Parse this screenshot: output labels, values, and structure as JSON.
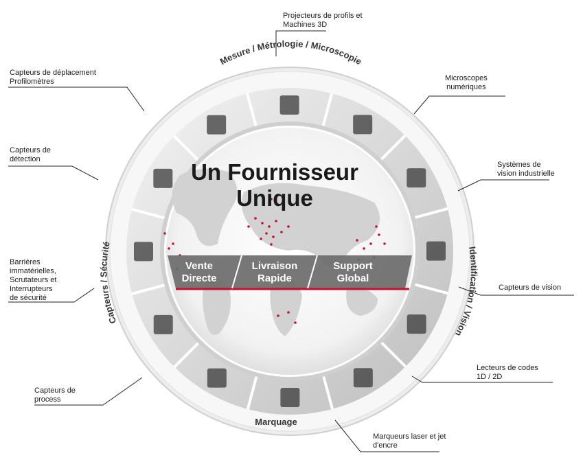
{
  "center": {
    "title_line1": "Un Fournisseur",
    "title_line2": "Unique",
    "band": [
      {
        "line1": "Vente",
        "line2": "Directe"
      },
      {
        "line1": "Livraison",
        "line2": "Rapide"
      },
      {
        "line1": "Support",
        "line2": "Global"
      }
    ]
  },
  "ring_labels": {
    "top": "Mesure / Métrologie / Microscopie",
    "left": "Capteurs / Sécurité",
    "right": "Identification / Vision",
    "bottom": "Marquage"
  },
  "callouts": {
    "projecteurs": "Projecteurs de profils et\nMachines 3D",
    "deplacement": "Capteurs de déplacement\nProfilomètres",
    "microscopes": "Microscopes\nnumériques",
    "detection": "Capteurs de\ndétection",
    "vision_indus": "Systèmes de\nvision industrielle",
    "barrieres": "Barrières\nimmatérielles,\nScrutateurs et\nInterrupteurs\nde sécurité",
    "capteurs_vision": "Capteurs de vision",
    "codes": "Lecteurs de codes\n1D / 2D",
    "process": "Capteurs de\nprocess",
    "marqueurs": "Marqueurs laser et jet\nd'encre"
  },
  "colors": {
    "accent": "#c8102e",
    "ring": "#d9d9d9",
    "band": "#6b6b6b"
  }
}
